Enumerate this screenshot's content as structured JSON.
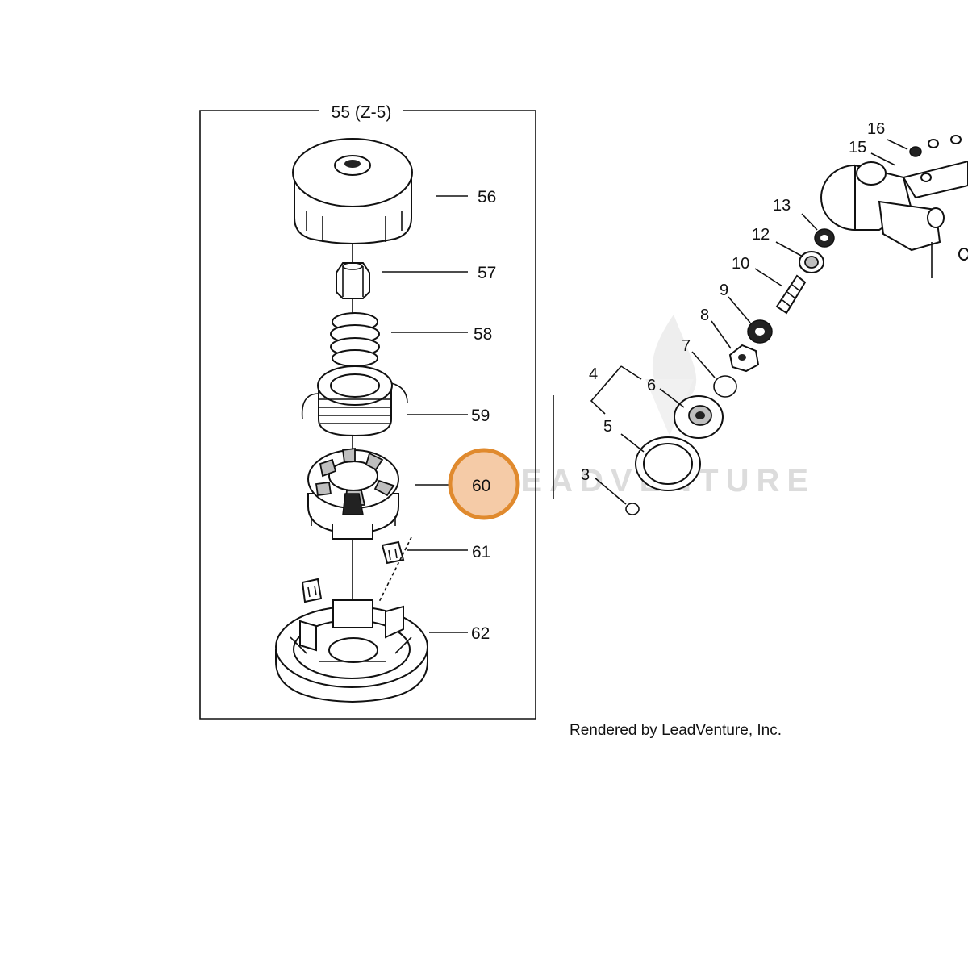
{
  "assembly": {
    "label": "55 (Z-5)",
    "parts": [
      {
        "number": "56"
      },
      {
        "number": "57"
      },
      {
        "number": "58"
      },
      {
        "number": "59"
      },
      {
        "number": "60"
      },
      {
        "number": "61"
      },
      {
        "number": "62"
      }
    ]
  },
  "gearcase_parts": [
    {
      "number": "16"
    },
    {
      "number": "15"
    },
    {
      "number": "13"
    },
    {
      "number": "12"
    },
    {
      "number": "10"
    },
    {
      "number": "9"
    },
    {
      "number": "8"
    },
    {
      "number": "7"
    },
    {
      "number": "4"
    },
    {
      "number": "6"
    },
    {
      "number": "5"
    },
    {
      "number": "3"
    }
  ],
  "highlight": {
    "part_number": "60",
    "color": "#e08a2e",
    "fill": "#f5cba7"
  },
  "watermark": "LEADVENTURE",
  "credit": "Rendered by LeadVenture, Inc."
}
